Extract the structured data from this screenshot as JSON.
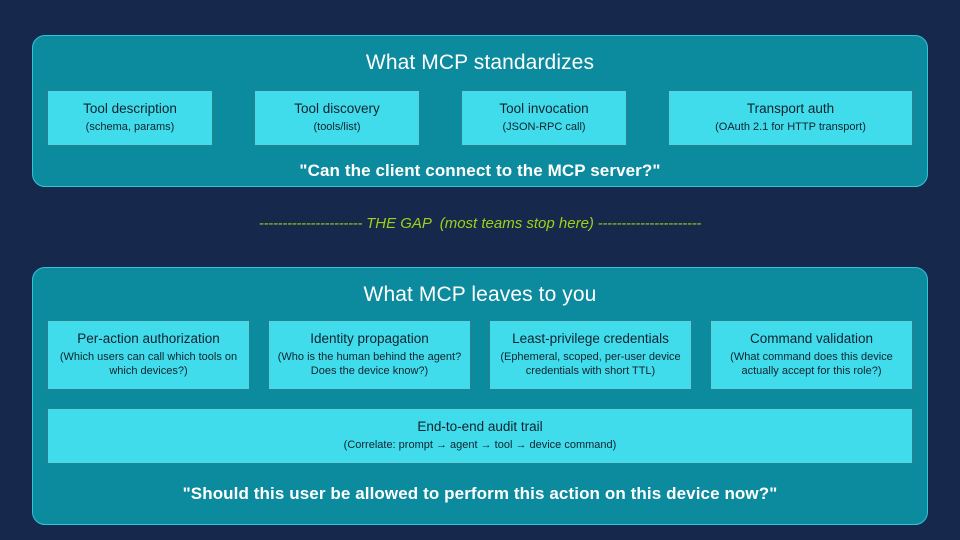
{
  "theme": {
    "background": "#16294d",
    "panel": "#0c8a9e",
    "panel_border": "#31c6d6",
    "card": "#40dcec",
    "card_border": "#2e7f8c",
    "card_text": "#10232e",
    "title_text": "#ffffff",
    "gap_text": "#9fd119"
  },
  "top_panel": {
    "title": "What MCP standardizes",
    "cards": [
      {
        "title": "Tool description",
        "sub": "(schema, params)"
      },
      {
        "title": "Tool discovery",
        "sub": "(tools/list)"
      },
      {
        "title": "Tool invocation",
        "sub": "(JSON-RPC call)"
      },
      {
        "title": "Transport auth",
        "sub": "(OAuth 2.1 for HTTP transport)"
      }
    ],
    "quote": "\"Can the client connect to the MCP server?\""
  },
  "gap": {
    "dash_left": "---------------------- ",
    "label": "THE GAP  (most teams stop here)",
    "dash_right": " ----------------------"
  },
  "bottom_panel": {
    "title": "What MCP leaves to you",
    "cards": [
      {
        "title": "Per-action authorization",
        "sub": "(Which users can call which tools on which devices?)"
      },
      {
        "title": "Identity propagation",
        "sub": "(Who is the human behind the agent? Does the device know?)"
      },
      {
        "title": "Least-privilege credentials",
        "sub": "(Ephemeral, scoped, per-user device credentials with short TTL)"
      },
      {
        "title": "Command validation",
        "sub": "(What command does this device actually accept for this role?)"
      }
    ],
    "wide_bar": {
      "title": "End-to-end audit trail",
      "sub": "(Correlate: prompt → agent → tool → device command)"
    },
    "quote": "\"Should this user be allowed to perform this action on this device now?\""
  }
}
